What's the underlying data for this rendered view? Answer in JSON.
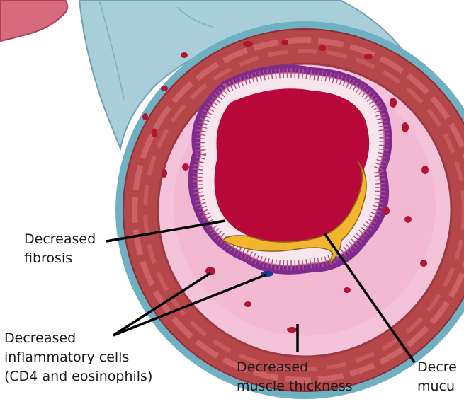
{
  "labels": {
    "fibrosis": {
      "line1": "Decreased",
      "line2": "fibrosis"
    },
    "inflammatory": {
      "line1": "Decreased",
      "line2": "inflammatory cells",
      "line3": "(CD4 and eosinophils)"
    },
    "muscle": {
      "line1": "Decreased",
      "line2": "muscle thickness"
    },
    "mucus": {
      "line1": "Decre",
      "line2": "mucu"
    }
  },
  "colors": {
    "outer_sleeve": "#a8cfd9",
    "adventitia": "#6fb0c2",
    "muscle_layer": "#b5474a",
    "muscle_light": "#cc6266",
    "submucosa": "#f5c3d9",
    "basement": "#7d2b8f",
    "epithelium": "#f7e6ee",
    "lumen": "#b8083a",
    "mucus": "#f2b530",
    "cell_red": "#b01632",
    "cell_blue": "#1a3c8f",
    "lung_tissue": "#d86a7e"
  }
}
